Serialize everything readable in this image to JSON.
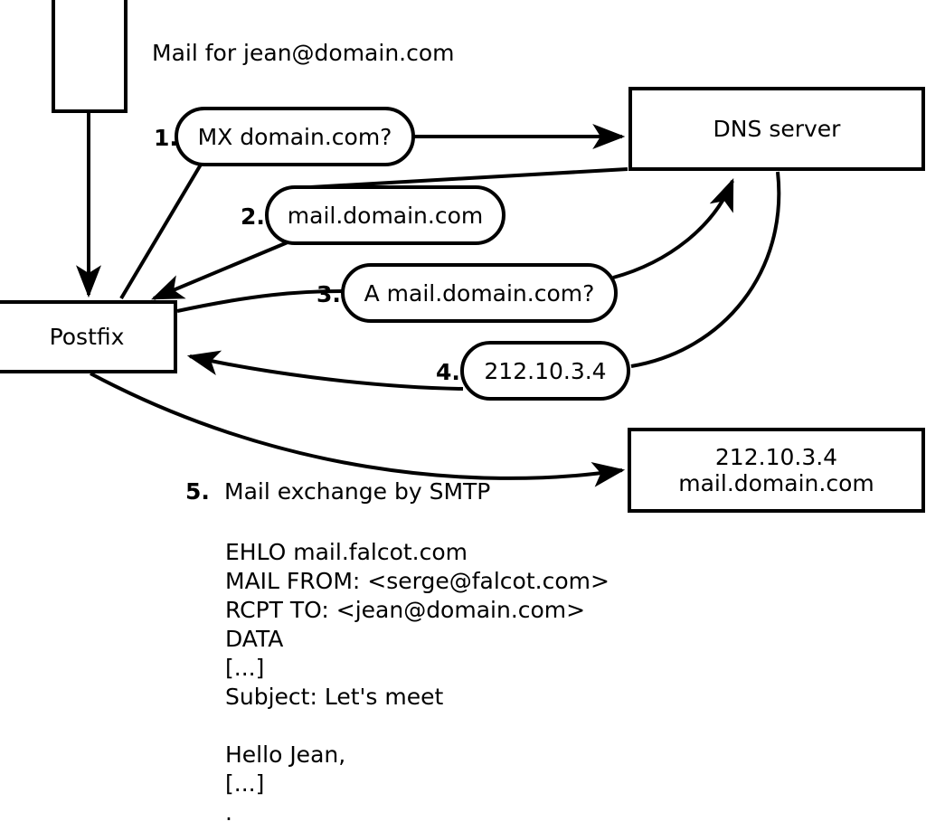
{
  "diagram": {
    "title_caption": "Mail for jean@domain.com",
    "nodes": {
      "client": {
        "label": ""
      },
      "dns": {
        "label": "DNS server"
      },
      "postfix": {
        "label": "Postfix"
      },
      "mailhost": {
        "line1": "212.10.3.4",
        "line2": "mail.domain.com"
      }
    },
    "steps": [
      {
        "num": "1.",
        "bubble": "MX domain.com?"
      },
      {
        "num": "2.",
        "bubble": "mail.domain.com"
      },
      {
        "num": "3.",
        "bubble": "A mail.domain.com?"
      },
      {
        "num": "4.",
        "bubble": "212.10.3.4"
      }
    ],
    "step5": {
      "num": "5.",
      "label": "Mail exchange by SMTP"
    },
    "transcript": [
      "EHLO mail.falcot.com",
      "MAIL FROM: <serge@falcot.com>",
      "RCPT TO: <jean@domain.com>",
      "DATA",
      "[...]",
      "Subject: Let's meet",
      "",
      "Hello Jean,",
      "[...]",
      "."
    ],
    "colors": {
      "stroke": "#000000",
      "background": "#ffffff"
    }
  }
}
